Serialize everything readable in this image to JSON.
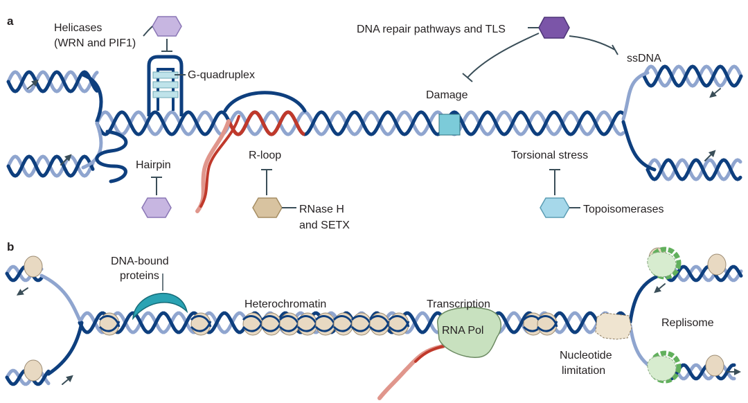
{
  "panels": {
    "a": "a",
    "b": "b"
  },
  "panel_a": {
    "helicases_line1": "Helicases",
    "helicases_line2": "(WRN and PIF1)",
    "g_quadruplex": "G-quadruplex",
    "hairpin": "Hairpin",
    "r_loop": "R-loop",
    "rnase_line1": "RNase H",
    "rnase_line2": "and SETX",
    "dna_repair": "DNA repair pathways and TLS",
    "ssdna": "ssDNA",
    "damage": "Damage",
    "torsional_stress": "Torsional stress",
    "topoisomerases": "Topoisomerases"
  },
  "panel_b": {
    "dna_bound_line1": "DNA-bound",
    "dna_bound_line2": "proteins",
    "heterochromatin": "Heterochromatin",
    "transcription": "Transcription",
    "rna_pol": "RNA Pol",
    "nucleotide_line1": "Nucleotide",
    "nucleotide_line2": "limitation",
    "replisome": "Replisome"
  },
  "colors": {
    "dark_strand": "#0e3f7e",
    "light_strand": "#8fa5cf",
    "rna": "#c0392b",
    "rna_light": "#e0968c",
    "helicase": "#c7b6e1",
    "repair": "#7b55a8",
    "rnase": "#d8c3a0",
    "topo": "#a6d8ea",
    "damage": "#7ccbd9",
    "dna_bound": "#2aa3b3",
    "rna_pol": "#c8e1bf",
    "replisome": "#62b05d",
    "nucleosome": "#e8d9c2",
    "inhibitor": "#3a4e58"
  },
  "icons": [
    "hexagon-protein",
    "inhibition-bar",
    "arrowhead",
    "nucleosome",
    "ring-helicase"
  ]
}
